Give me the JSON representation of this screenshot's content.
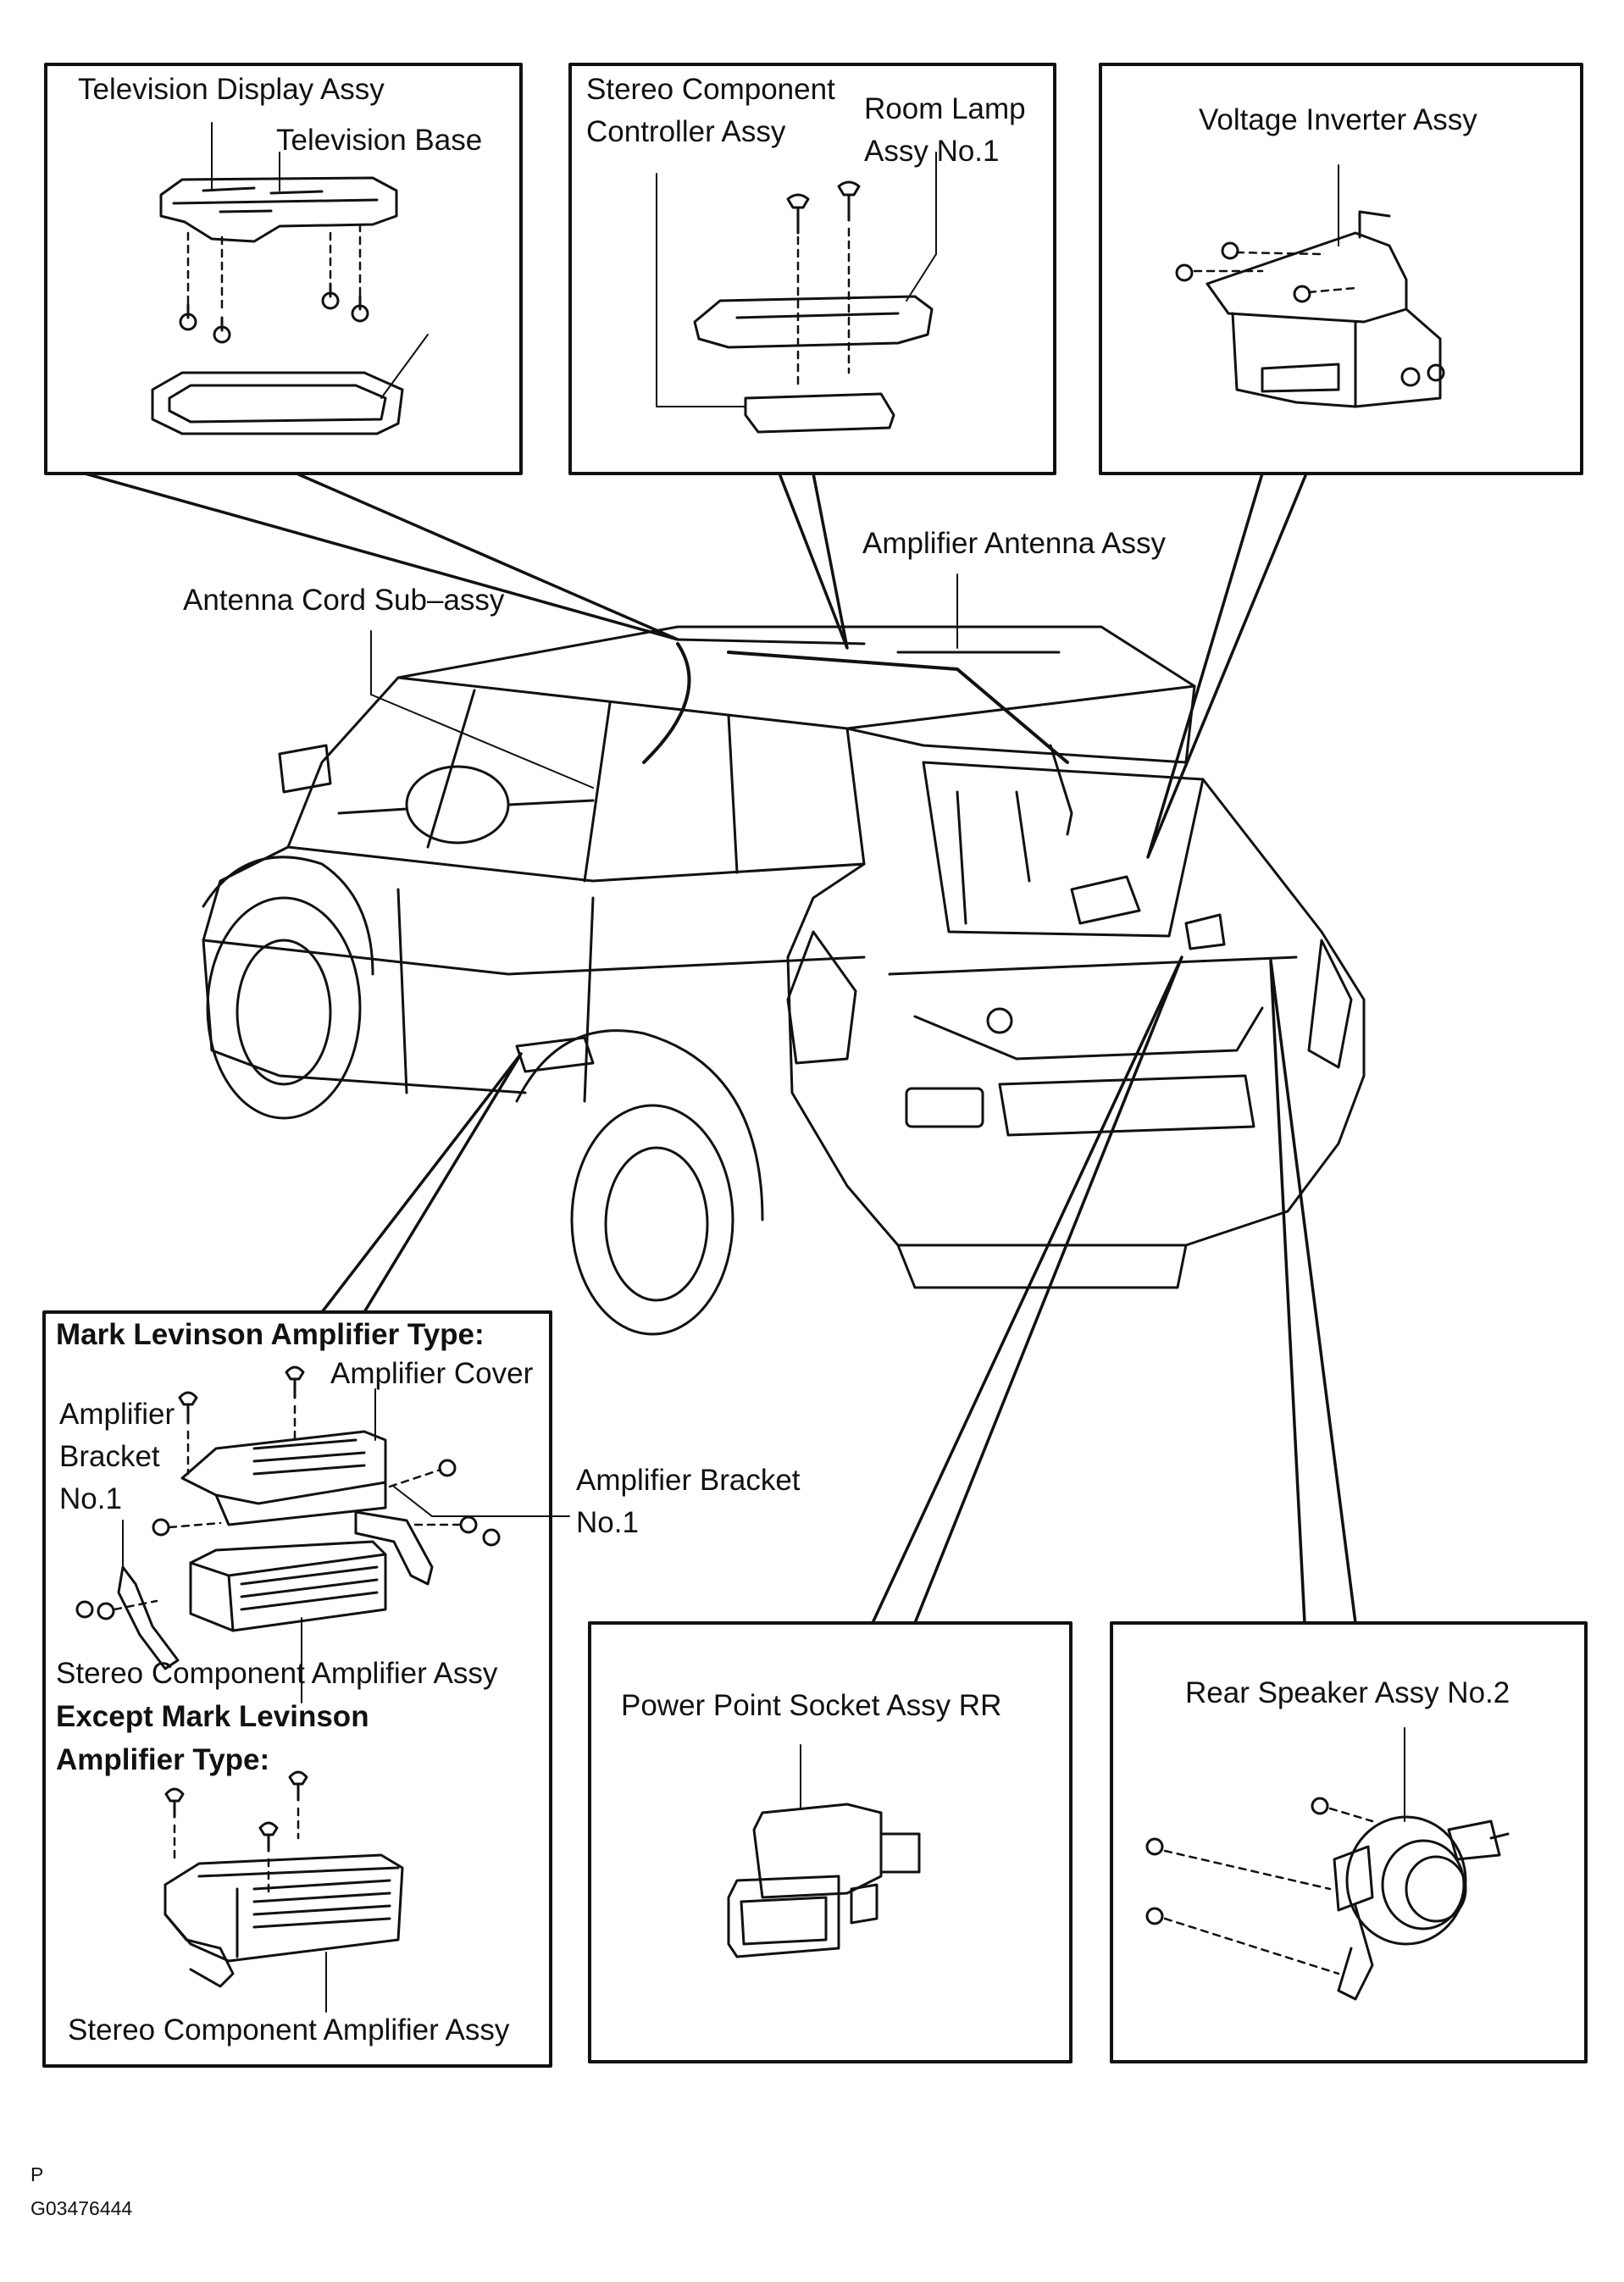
{
  "labels": {
    "television_display_assy": "Television Display Assy",
    "television_base": "Television Base",
    "stereo_component_controller_line1": "Stereo Component",
    "stereo_component_controller_line2": "Controller Assy",
    "room_lamp_line1": "Room Lamp",
    "room_lamp_line2": "Assy No.1",
    "voltage_inverter_assy": "Voltage Inverter Assy",
    "amplifier_antenna_assy": "Amplifier Antenna Assy",
    "antenna_cord_sub_assy": "Antenna Cord Sub–assy",
    "mark_levinson_amplifier_type": "Mark Levinson Amplifier Type:",
    "amplifier_cover": "Amplifier Cover",
    "amplifier_bracket_left_line1": "Amplifier",
    "amplifier_bracket_left_line2": "Bracket",
    "amplifier_bracket_left_line3": "No.1",
    "amplifier_bracket_right_line1": "Amplifier Bracket",
    "amplifier_bracket_right_line2": "No.1",
    "stereo_component_amplifier_assy_1": "Stereo Component Amplifier Assy",
    "except_mark_levinson_line1": "Except Mark Levinson",
    "except_mark_levinson_line2": "Amplifier Type:",
    "stereo_component_amplifier_assy_2": "Stereo Component Amplifier Assy",
    "power_point_socket_assy_rr": "Power Point Socket Assy RR",
    "rear_speaker_assy_no2": "Rear Speaker Assy No.2",
    "footer_letter": "P",
    "figure_code": "G03476444"
  },
  "colors": {
    "ink": "#111111",
    "paper": "#ffffff"
  },
  "icons": [
    "television-display-drawing",
    "television-base-drawing",
    "stereo-controller-drawing",
    "room-lamp-drawing",
    "voltage-inverter-drawing",
    "vehicle-rear-view-drawing",
    "amplifier-drawing",
    "amplifier-cover-drawing",
    "power-socket-drawing",
    "rear-speaker-drawing",
    "bolt-icon"
  ]
}
